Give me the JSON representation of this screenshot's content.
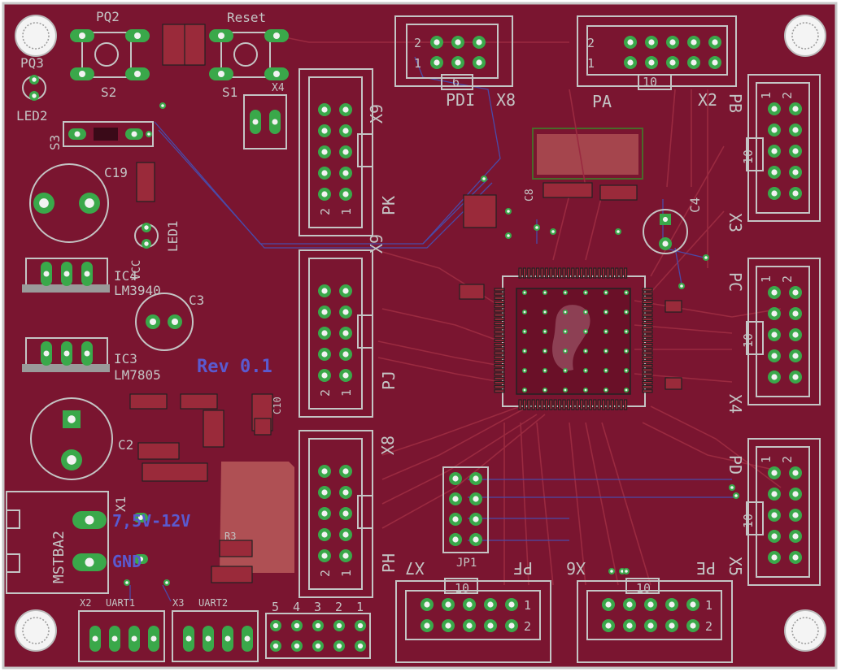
{
  "colors": {
    "board": "#7a1530",
    "outline": "#c8c8c8",
    "pad": "#3aa84a",
    "pad_drill": "#f2f2f2",
    "silk": "#c4c4c4",
    "trace_top": "#9a2a40",
    "trace_bottom": "#4a4aa8",
    "copper_pour": "#b85a5a",
    "rev_text": "#5a5ad0"
  },
  "board": {
    "labels": {
      "pq2": "PQ2",
      "reset": "Reset",
      "pq3": "PQ3",
      "led2": "LED2",
      "s2": "S2",
      "s1": "S1",
      "x4_small": "X4",
      "s3": "S3",
      "c19": "C19",
      "led1": "LED1",
      "vcc": "VCC",
      "ic4": "IC4",
      "lm3940": "LM3940",
      "c3": "C3",
      "ic3": "IC3",
      "lm7805": "LM7805",
      "c2": "C2",
      "x1": "X1",
      "mstba2": "MSTBA2",
      "voltage": "7,5V-12V",
      "gnd": "GND",
      "uart1": "UART1",
      "uart2": "UART2",
      "x2_uart": "X2",
      "x3_uart": "X3",
      "rev": "Rev 0.1",
      "pdi": "PDI",
      "x8_top": "X8",
      "pa": "PA",
      "x2_top": "X2",
      "pb": "PB",
      "x3_right": "X3",
      "pc": "PC",
      "x4_right": "X4",
      "pd": "PD",
      "x5_right": "X5",
      "pe": "PE",
      "x6": "X6",
      "pf": "PF",
      "x7": "X7",
      "pk": "PK",
      "x9_pk": "X9",
      "pj": "PJ",
      "x9_pj": "X9",
      "ph": "PH",
      "x8_ph": "X8",
      "jp1": "JP1",
      "c4": "C4",
      "c8": "C8",
      "c10": "C10",
      "r3": "R3"
    },
    "pin_numbers": {
      "one": "1",
      "two": "2",
      "six": "6",
      "ten": "10",
      "header5": [
        "5",
        "4",
        "3",
        "2",
        "1"
      ]
    }
  }
}
